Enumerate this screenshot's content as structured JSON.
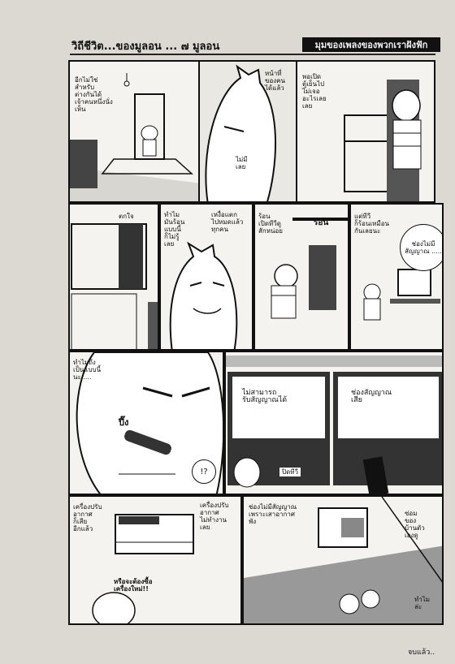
{
  "header": {
    "title": "วิถีชีวิต...ของมูลอน ... ๗ มูลอน",
    "strip": "มุมของเพลงของพวกเราฝังฟัก"
  },
  "panels": {
    "p1": {
      "text": "อีกไม่ใช่\nสำหรับ\nต่างกันได้\nเจ้าคนหนึ่งนั่ง\nเห็น"
    },
    "p2": {
      "text": "หน้าที่\nของคน\nได้แล้ว",
      "small": "ไม่มี\nเลย"
    },
    "p3": {
      "text": "พอเปิด\nตู้เย็นไป\nไม่เจอ\nอะไรเลย\nเลย"
    },
    "p4": {
      "text": "ตกใจ"
    },
    "p5": {
      "text": "ทำไม\nมันร้อน\nแบบนี้\nก็ไม่รู้\nเลย"
    },
    "p6": {
      "text": "เหงื่อแตก\nไปหมดแล้ว\nทุกคน"
    },
    "p7": {
      "text": "ร้อน\nเปิดทีวีดู\nสักหน่อย",
      "sfx": "ร้อน"
    },
    "p8": {
      "text": "แต่ทีวี\nก็ร้อนเหมือน\nกันเลยนะ",
      "bubble": "ช่องไม่มีสัญญาณ\n....."
    },
    "p9": {
      "text": "ทำไมถึง\nเป็นแบบนี้\nนะ.....",
      "sfx": "ปึ๊ง",
      "sfx2": "!?"
    },
    "p10": {
      "bubble_left": "ไม่สามารถ\nรับสัญญาณได้",
      "bubble_right": "ช่องสัญญาณ\nเสีย",
      "sfx": "ปิดทีวี"
    },
    "p11": {
      "text": "เครื่องปรับ\nอากาศ\nก็เสีย\nอีกแล้ว",
      "text2": "เครื่องปรับ\nอากาศ\nไม่ทำงาน\nเลย",
      "shout": "หรือจะต้องซื้อ\nเครื่องใหม่!!"
    },
    "p12": {
      "text": "ช่องไม่มีสัญญาณ\nเพราะเสาอากาศ\nพัง",
      "right": "ซ่อม\nของ\nบ้านตัว\nเองดู",
      "bottom": "ทำไม\nล่ะ"
    }
  },
  "footer": {
    "label": "จบแล้ว.."
  }
}
